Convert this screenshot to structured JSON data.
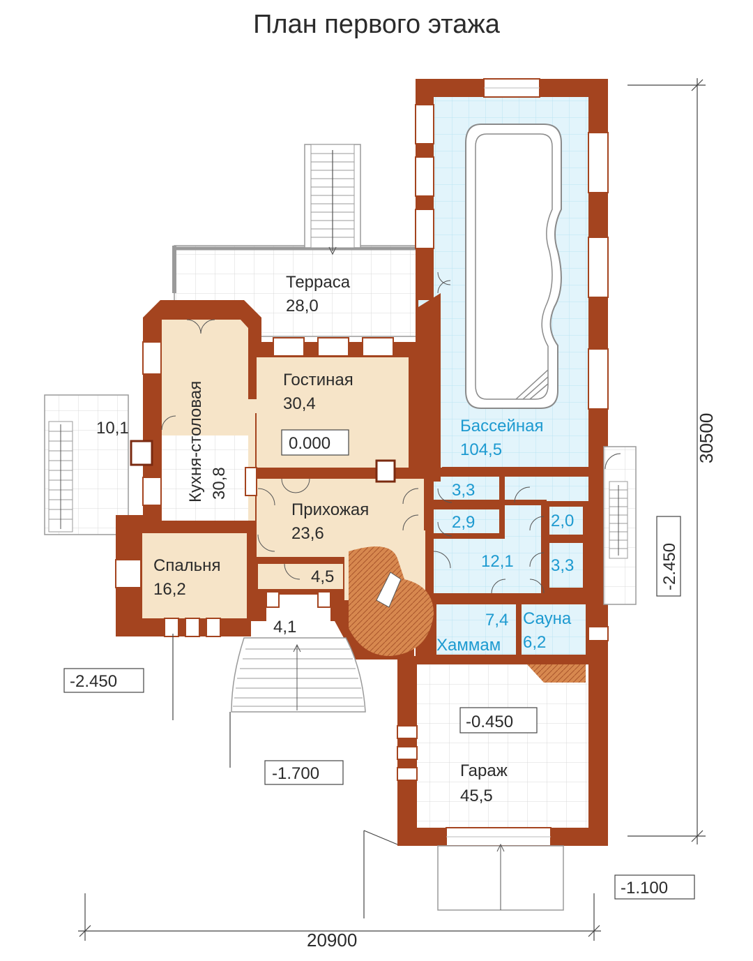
{
  "title": "План первого этажа",
  "rooms": {
    "terrace": {
      "name": "Терраса",
      "area": "28,0"
    },
    "living": {
      "name": "Гостиная",
      "area": "30,4"
    },
    "kitchen": {
      "name": "Кухня-столовая",
      "area": "30,8"
    },
    "porch_left": {
      "area": "10,1"
    },
    "hall": {
      "name": "Прихожая",
      "area": "23,6"
    },
    "bedroom": {
      "name": "Спальня",
      "area": "16,2"
    },
    "closet": {
      "area": "4,5"
    },
    "entry": {
      "area": "4,1"
    },
    "pool": {
      "name": "Бассейная",
      "area": "104,5"
    },
    "small_a": {
      "area": "3,3"
    },
    "small_b": {
      "area": "2,9"
    },
    "corridor": {
      "area": "12,1"
    },
    "small_c": {
      "area": "2,0"
    },
    "small_d": {
      "area": "3,3"
    },
    "hammam": {
      "name": "Хаммам",
      "area": "7,4"
    },
    "sauna": {
      "name": "Сауна",
      "area": "6,2"
    },
    "garage": {
      "name": "Гараж",
      "area": "45,5"
    }
  },
  "levels": {
    "main": "0.000",
    "left": "-2.450",
    "right": "-2.450",
    "stairs": "-1.700",
    "garage": "-0.450",
    "drive": "-1.100"
  },
  "dimensions": {
    "width": "20900",
    "height": "30500"
  },
  "colors": {
    "wall": "#a4441f",
    "wall_inner": "#d06a3f",
    "room_beige": "#f6e4c8",
    "pool_tile": "#dff3fb",
    "pool_grid": "#b9e3f3",
    "grid_line": "#d9d9d9",
    "pool_text": "#1d9ad0"
  }
}
